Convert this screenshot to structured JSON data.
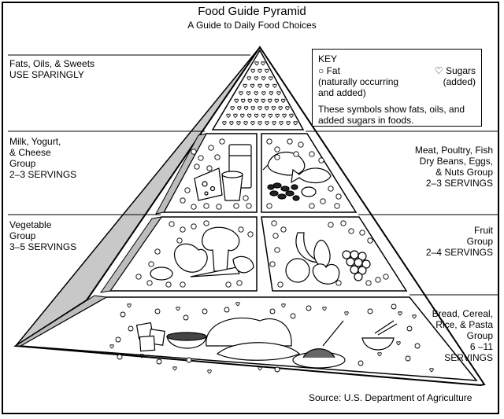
{
  "header": {
    "title": "Food Guide Pyramid",
    "subtitle": "A Guide to Daily Food Choices"
  },
  "groups": {
    "fats": {
      "line1": "Fats, Oils, & Sweets",
      "line2": "USE SPARINGLY"
    },
    "milk": {
      "line1": "Milk, Yogurt,",
      "line2": "& Cheese",
      "line3": "Group",
      "servings": "2–3 SERVINGS"
    },
    "meat": {
      "line1": "Meat, Poultry, Fish",
      "line2": "Dry Beans, Eggs,",
      "line3": "& Nuts Group",
      "servings": "2–3 SERVINGS"
    },
    "vegetable": {
      "line1": "Vegetable",
      "line2": "Group",
      "servings": "3–5 SERVINGS"
    },
    "fruit": {
      "line1": "Fruit",
      "line2": "Group",
      "servings": "2–4 SERVINGS"
    },
    "bread": {
      "line1": "Bread, Cereal,",
      "line2": "Rice, & Pasta",
      "line3": "Group",
      "line4": "6 –11",
      "servings": "SERVINGS"
    }
  },
  "key": {
    "heading": "KEY",
    "fat_label": "○ Fat",
    "fat_note1": "(naturally occurring",
    "fat_note2": "and added)",
    "sugar_label": "♡ Sugars",
    "sugar_note": "(added)",
    "note1": "These symbols show fats, oils, and",
    "note2": "added sugars in foods."
  },
  "source": "Source: U.S. Department of Agriculture"
}
